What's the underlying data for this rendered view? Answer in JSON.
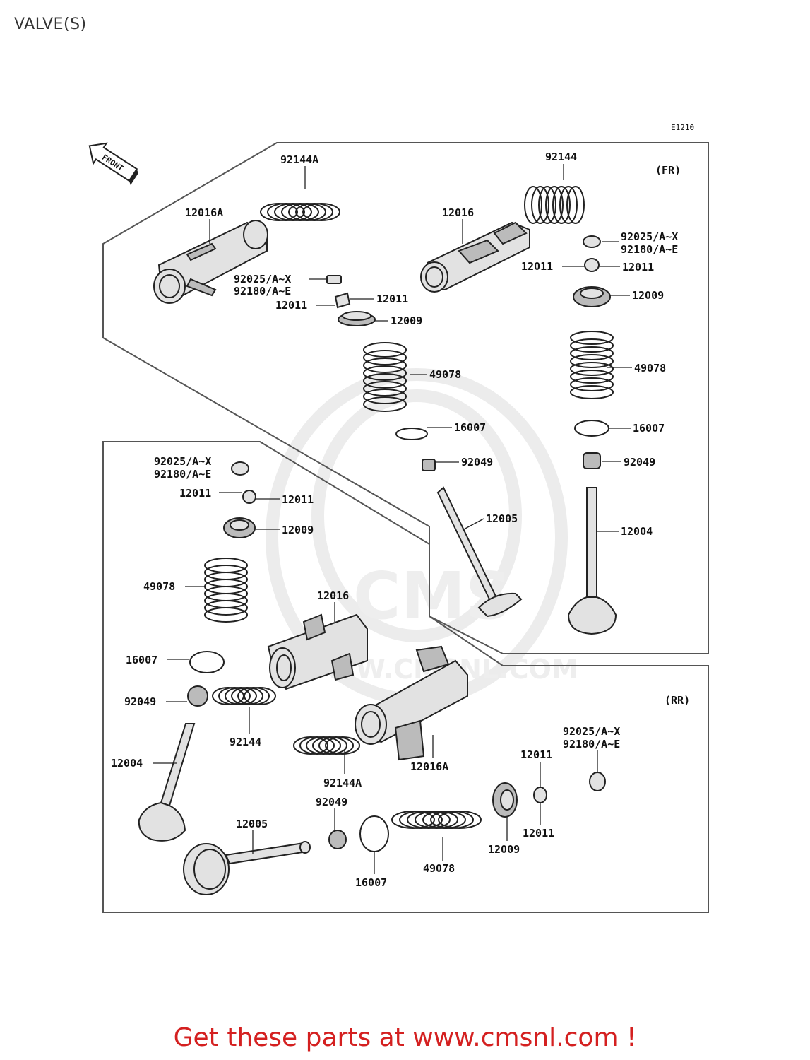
{
  "page_title": "VALVE(S)",
  "promo_text": "Get these parts at www.cmsnl.com !",
  "diagram": {
    "code": "E1210",
    "front_label": "FRONT",
    "section_fr": "(FR)",
    "section_rr": "(RR)",
    "watermark": {
      "brand": "CMS",
      "url": "WWW.CMSNL.COM"
    },
    "labels": {
      "fr_92144A": "92144A",
      "fr_12016A": "12016A",
      "fr_92025_l": "92025/A~X",
      "fr_92180_l": "92180/A~E",
      "fr_12011_l1": "12011",
      "fr_12011_l2": "12011",
      "fr_12009_l": "12009",
      "fr_49078_l": "49078",
      "fr_16007_l": "16007",
      "fr_92049_l": "92049",
      "fr_12005": "12005",
      "fr_92144": "92144",
      "fr_12016": "12016",
      "fr_92025_r": "92025/A~X",
      "fr_92180_r": "92180/A~E",
      "fr_12011_r1": "12011",
      "fr_12011_r2": "12011",
      "fr_12009_r": "12009",
      "fr_49078_r": "49078",
      "fr_16007_r": "16007",
      "fr_92049_r": "92049",
      "fr_12004": "12004",
      "rr_92025_l": "92025/A~X",
      "rr_92180_l": "92180/A~E",
      "rr_12011_l1": "12011",
      "rr_12011_l2": "12011",
      "rr_12009_l": "12009",
      "rr_49078_l": "49078",
      "rr_12016": "12016",
      "rr_16007_l": "16007",
      "rr_92049_l": "92049",
      "rr_92144": "92144",
      "rr_92144A": "92144A",
      "rr_12016A": "12016A",
      "rr_12004": "12004",
      "rr_12005": "12005",
      "rr_92049_b": "92049",
      "rr_16007_b": "16007",
      "rr_49078_b": "49078",
      "rr_12009_b": "12009",
      "rr_12011_b1": "12011",
      "rr_12011_b2": "12011",
      "rr_92025_b": "92025/A~X",
      "rr_92180_b": "92180/A~E"
    }
  }
}
